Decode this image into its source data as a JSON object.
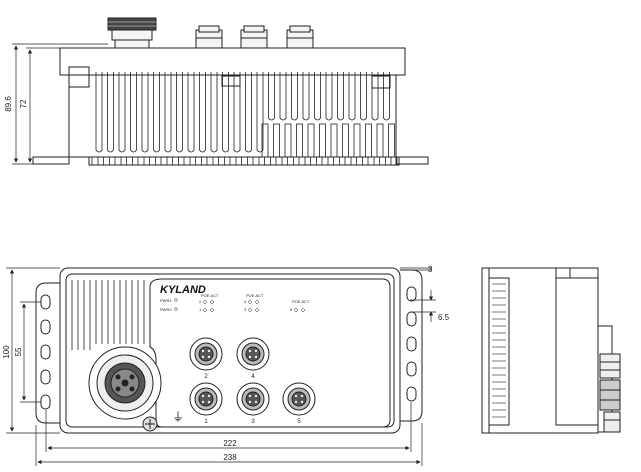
{
  "drawing": {
    "brand": "KYLAND",
    "dimensions": {
      "side_overall_height": "89.6",
      "side_body_height": "72",
      "front_overall_height": "100",
      "front_hole_spacing": "55",
      "front_inner_width": "222",
      "front_overall_width": "238",
      "mount_offset": "3",
      "mount_hole": "6.5"
    },
    "panel_labels": {
      "pwr1": "PWR1",
      "pwr2": "PWR2",
      "poe_act_1": "POE ACT",
      "poe_act_2": "POE ACT",
      "poe_act_3": "POE ACT",
      "poe_row_a": "2",
      "poe_row_b": "1",
      "poe_row_c": "4",
      "poe_row_d": "3",
      "poe_row_e": "5"
    },
    "ports": [
      "2",
      "4",
      "1",
      "3",
      "5"
    ],
    "ground_symbol": "⏚"
  }
}
